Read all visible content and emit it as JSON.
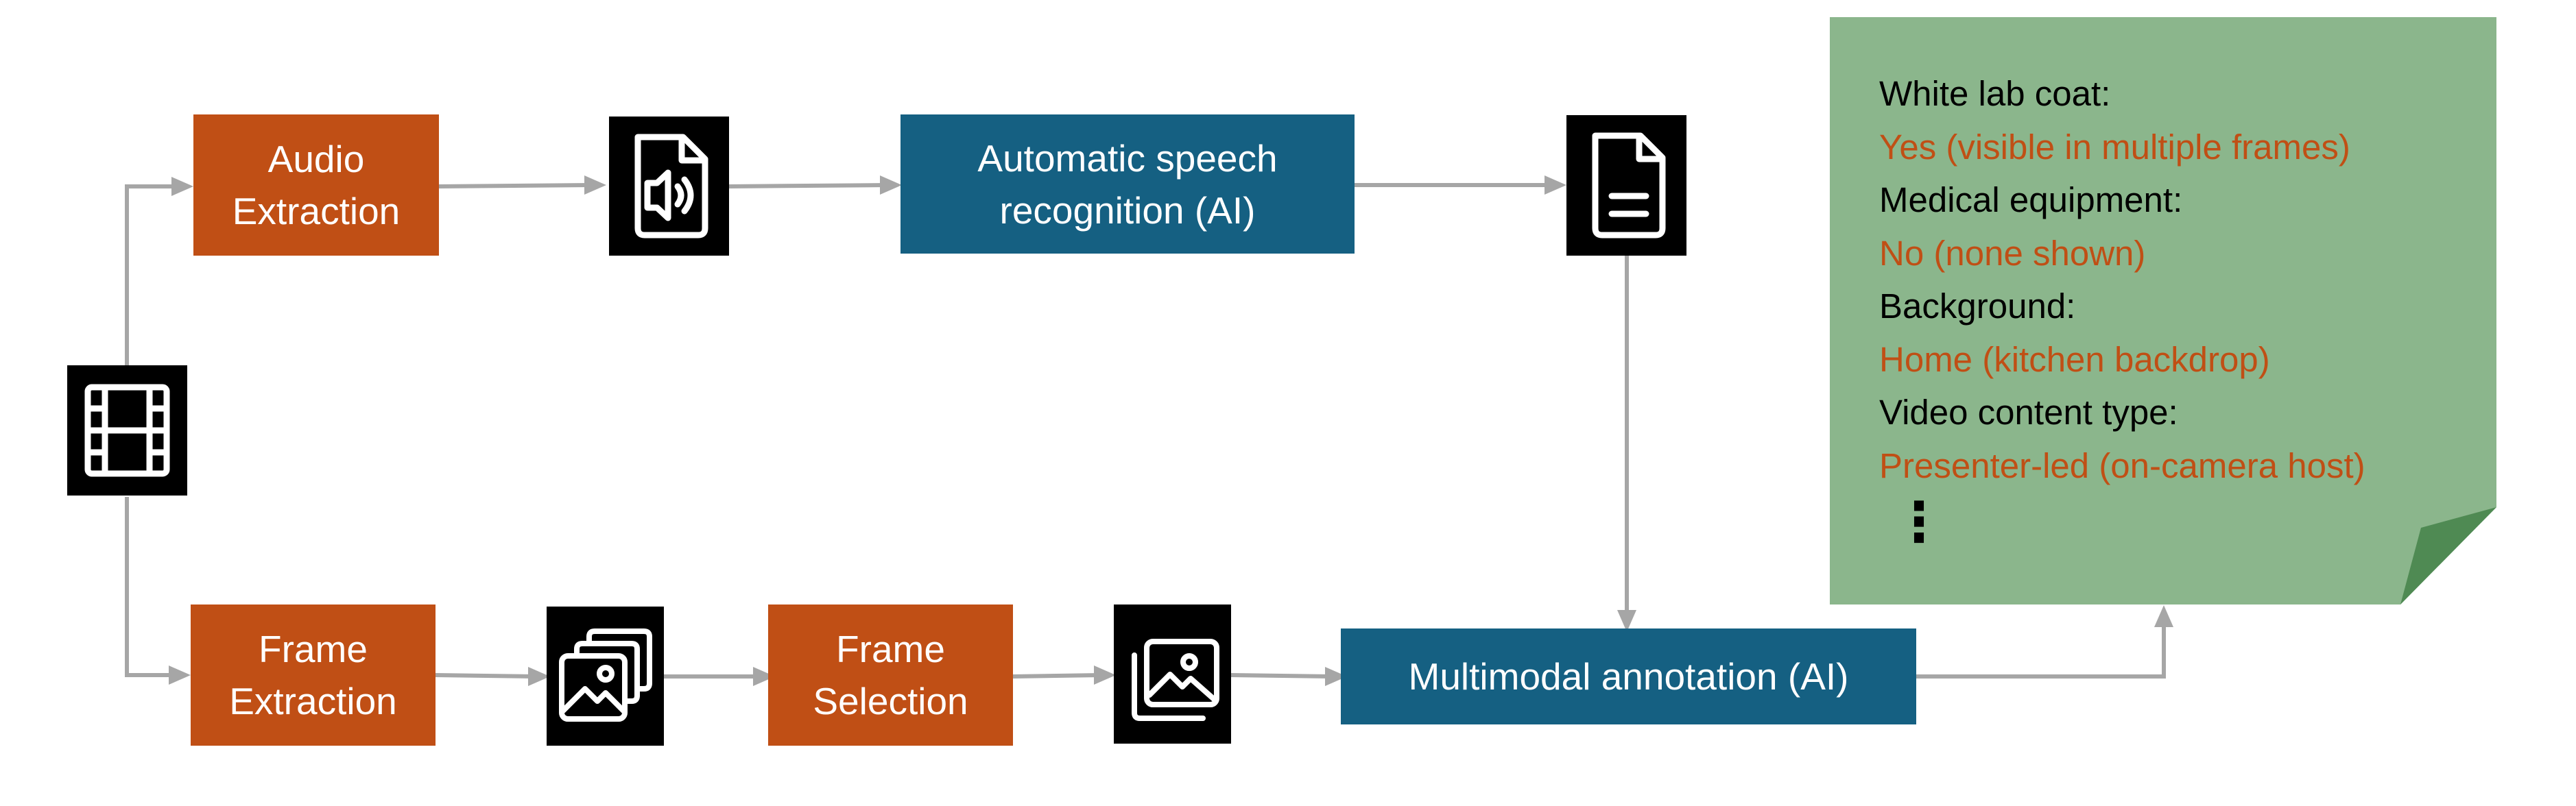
{
  "nodes": {
    "audio_extraction": "Audio\nExtraction",
    "asr": "Automatic speech\nrecognition (AI)",
    "frame_extraction": "Frame\nExtraction",
    "frame_selection": "Frame\nSelection",
    "multimodal_annotation": "Multimodal annotation (AI)"
  },
  "icons": {
    "video": "film-icon",
    "audio_file": "audio-file-icon",
    "transcript": "document-icon",
    "frames": "image-stack-icon",
    "selected_frames": "image-gallery-icon"
  },
  "colors": {
    "process": "#c04f15",
    "ai": "#156082",
    "note": "#8bb68c",
    "answer": "#c04f15",
    "arrow": "#a6a6a6"
  },
  "annotation_output": [
    {
      "question": "White lab coat:",
      "answer": "Yes (visible in multiple frames)"
    },
    {
      "question": "Medical equipment:",
      "answer": "No (none shown)"
    },
    {
      "question": "Background:",
      "answer": "Home (kitchen backdrop)"
    },
    {
      "question": "Video content type:",
      "answer": "Presenter-led (on-camera host)"
    }
  ],
  "annotation_more": "⋮"
}
